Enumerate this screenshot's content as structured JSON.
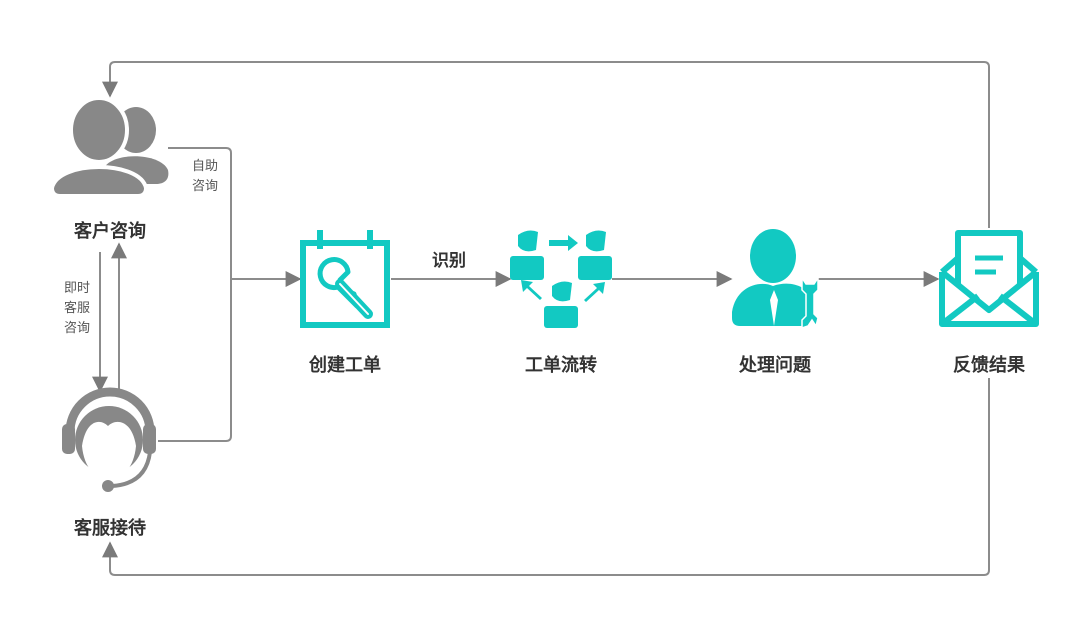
{
  "colors": {
    "teal": "#12c9c2",
    "gray": "#888888",
    "line": "#8c8c8c"
  },
  "nodes": {
    "customer_inquiry": {
      "label": "客户咨询",
      "icon": "users-icon"
    },
    "service_reception": {
      "label": "客服接待",
      "icon": "headset-agent-icon"
    },
    "create_ticket": {
      "label": "创建工单",
      "icon": "wrench-calendar-icon"
    },
    "ticket_flow": {
      "label": "工单流转",
      "icon": "people-exchange-icon"
    },
    "handle_issue": {
      "label": "处理问题",
      "icon": "worker-wrench-icon"
    },
    "feedback_result": {
      "label": "反馈结果",
      "icon": "envelope-letter-icon"
    }
  },
  "edges": {
    "self_service": "自助咨询",
    "instant_service": "即时客服咨询",
    "identify": "识别"
  }
}
